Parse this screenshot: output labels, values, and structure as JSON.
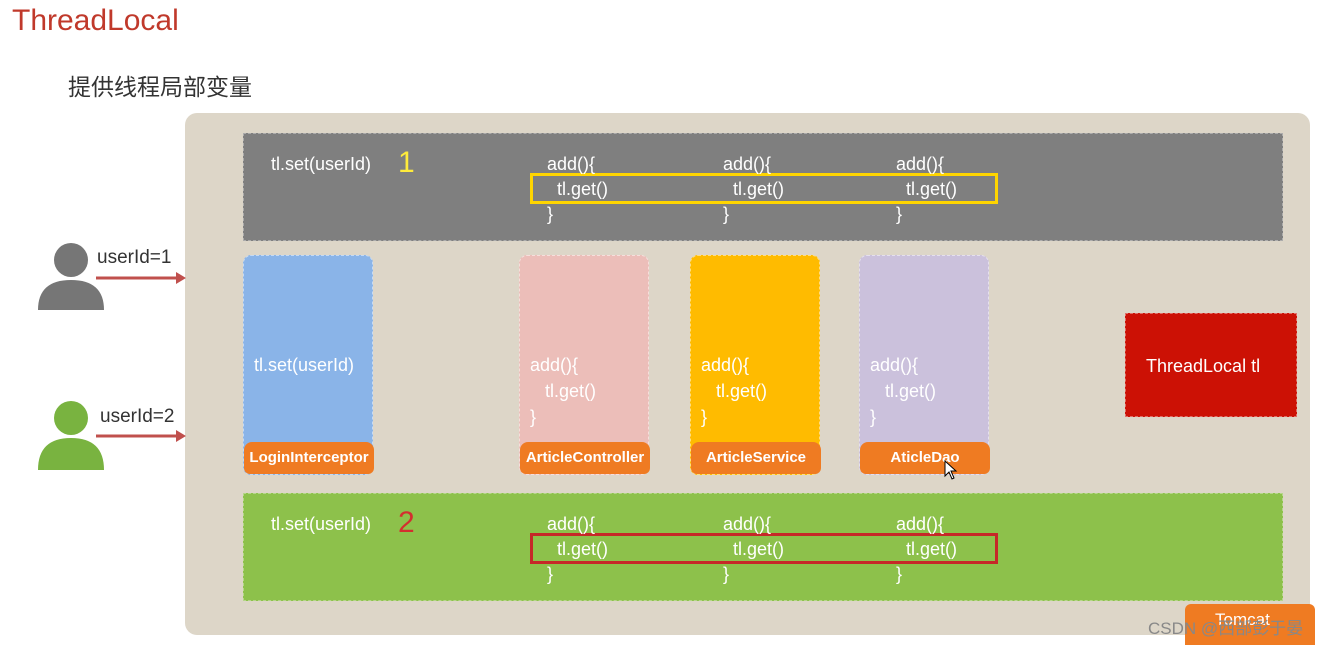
{
  "title": "ThreadLocal",
  "subtitle": "提供线程局部变量",
  "top_band": {
    "setcall": "tl.set(userId)",
    "number": "1",
    "blocks": [
      {
        "line1": "add(){",
        "line2": "  tl.get()",
        "line3": "}"
      },
      {
        "line1": "add(){",
        "line2": "  tl.get()",
        "line3": "}"
      },
      {
        "line1": "add(){",
        "line2": "  tl.get()",
        "line3": "}"
      }
    ],
    "color": "#7f7f7f",
    "highlight_color": "#ffd500"
  },
  "bottom_band": {
    "setcall": "tl.set(userId)",
    "number": "2",
    "blocks": [
      {
        "line1": "add(){",
        "line2": "  tl.get()",
        "line3": "}"
      },
      {
        "line1": "add(){",
        "line2": "  tl.get()",
        "line3": "}"
      },
      {
        "line1": "add(){",
        "line2": "  tl.get()",
        "line3": "}"
      }
    ],
    "color": "#8dc14b",
    "highlight_color": "#c62828"
  },
  "columns": [
    {
      "text": "tl.set(userId)",
      "label": "LoginInterceptor",
      "color": "#8ab4e8"
    },
    {
      "text": "add(){\n   tl.get()\n}",
      "label": "ArticleController",
      "color": "#ecbeb9"
    },
    {
      "text": "add(){\n   tl.get()\n}",
      "label": "ArticleService",
      "color": "#ffbb00"
    },
    {
      "text": "add(){\n   tl.get()\n}",
      "label": "AticleDao",
      "color": "#cbc1dc"
    }
  ],
  "threadlocal_box": {
    "text": "ThreadLocal   tl",
    "color": "#cc1105"
  },
  "users": [
    {
      "label": "userId=1",
      "icon": "user-icon",
      "color": "#767676"
    },
    {
      "label": "userId=2",
      "icon": "user-icon",
      "color": "#79b340"
    }
  ],
  "corner_tab": {
    "text": "Tomcat"
  },
  "watermark": "CSDN @西部彭于晏"
}
